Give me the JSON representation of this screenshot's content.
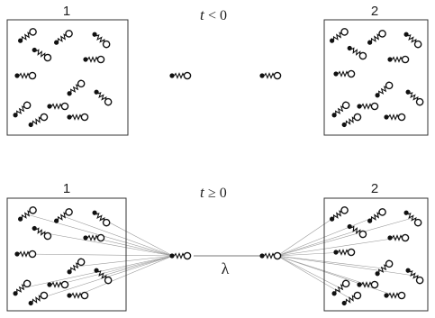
{
  "top_panel": {
    "time_label_t": "t",
    "time_label_rel": " < 0",
    "box_left_label": "1",
    "box_right_label": "2"
  },
  "bottom_panel": {
    "time_label_t": "t",
    "time_label_rel": " ≥ 0",
    "box_left_label": "1",
    "box_right_label": "2",
    "coupling_label": "λ"
  },
  "icons": {
    "molecule": "spring-dumbbell-molecule-icon"
  }
}
